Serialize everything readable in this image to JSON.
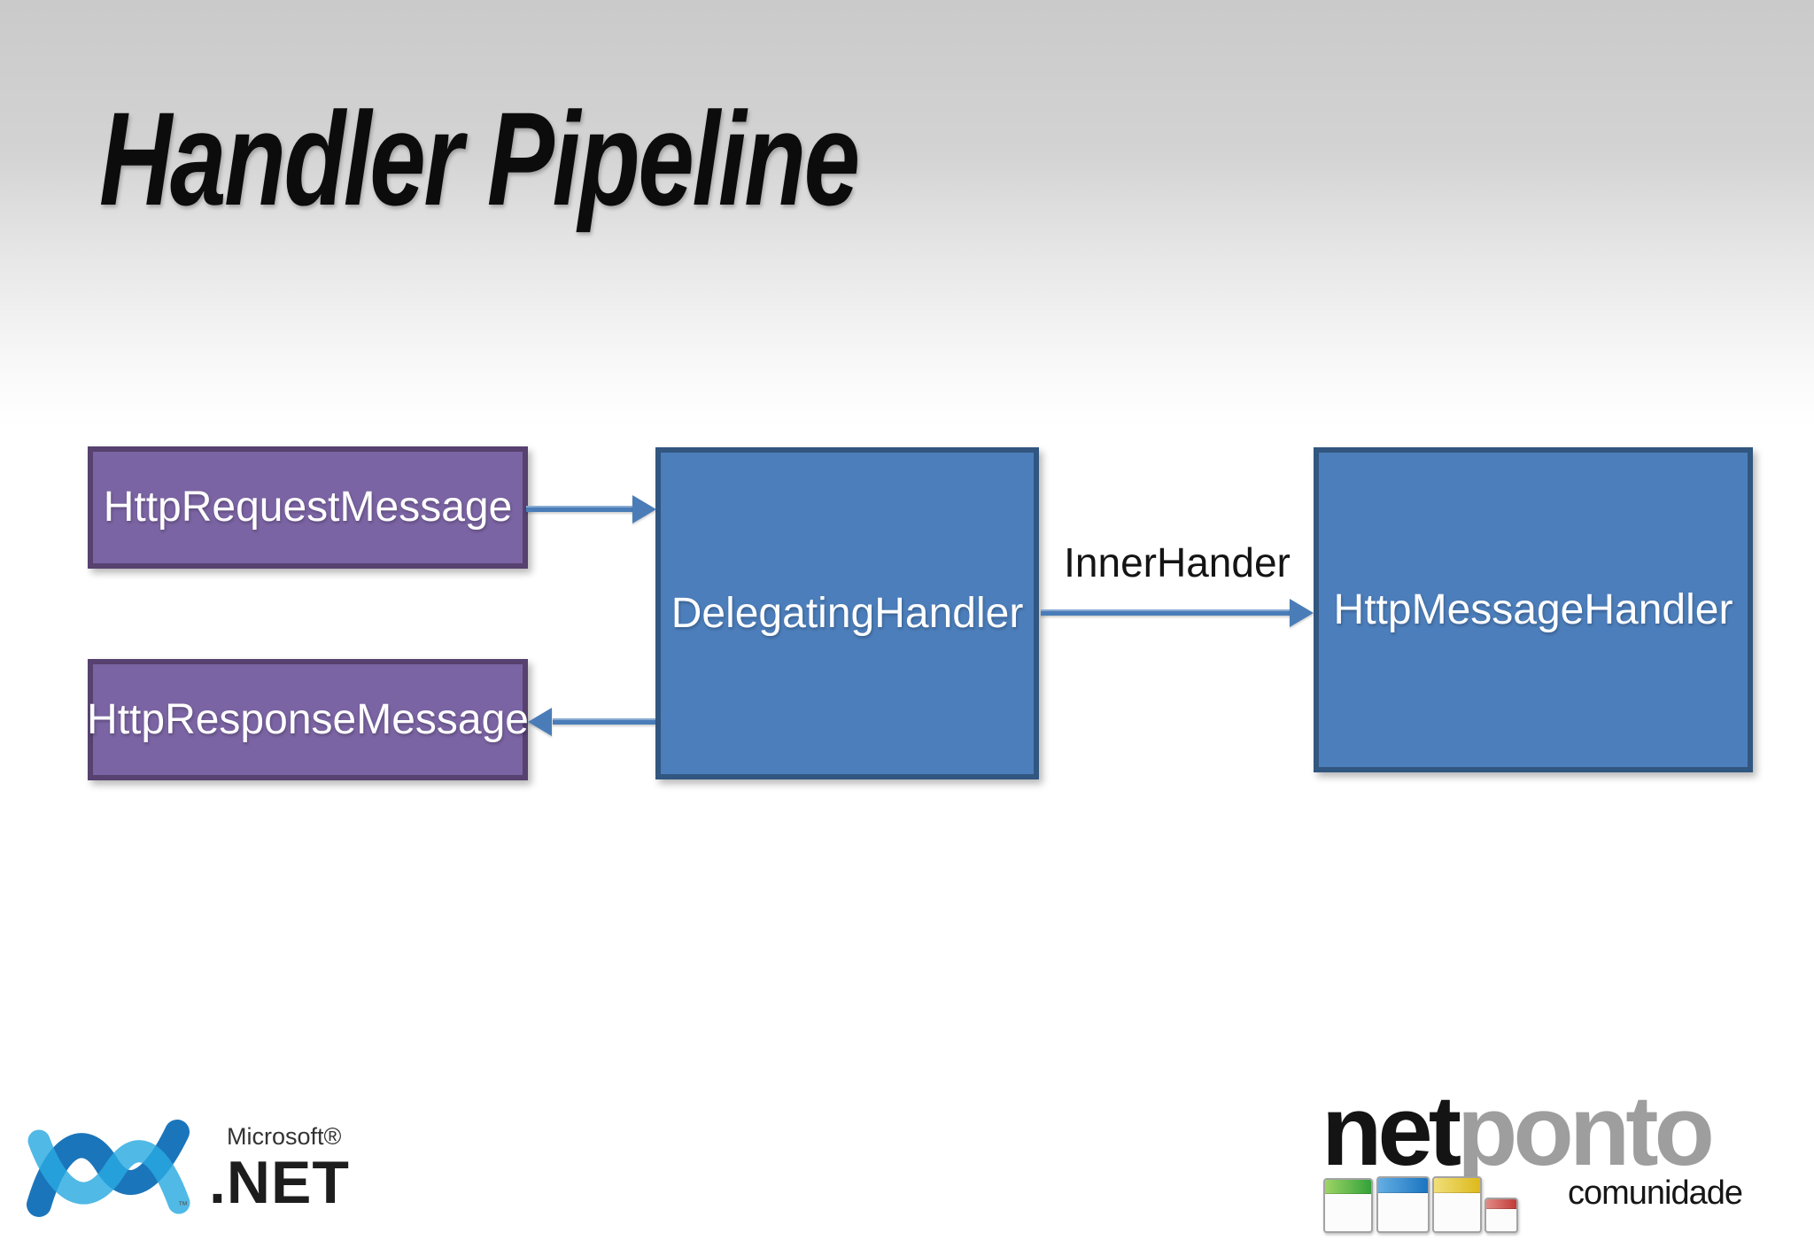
{
  "slide": {
    "title": "Handler Pipeline"
  },
  "diagram": {
    "nodes": [
      {
        "label": "HttpRequestMessage",
        "type": "message",
        "fill": "#7b64a3",
        "border": "#56416f"
      },
      {
        "label": "HttpResponseMessage",
        "type": "message",
        "fill": "#7b64a3",
        "border": "#56416f"
      },
      {
        "label": "DelegatingHandler",
        "type": "handler",
        "fill": "#4c7ebb",
        "border": "#31567f"
      },
      {
        "label": "HttpMessageHandler",
        "type": "handler",
        "fill": "#4c7ebb",
        "border": "#31567f"
      }
    ],
    "arrows": [
      {
        "from": "HttpRequestMessage",
        "to": "DelegatingHandler",
        "direction": "right",
        "label": ""
      },
      {
        "from": "DelegatingHandler",
        "to": "HttpResponseMessage",
        "direction": "left",
        "label": ""
      },
      {
        "from": "DelegatingHandler",
        "to": "HttpMessageHandler",
        "direction": "right",
        "label": "InnerHander"
      }
    ],
    "arrow_color": "#4a7db8"
  },
  "footer": {
    "microsoft_net_logo": {
      "brand": "Microsoft®",
      "wordmark": ".NET",
      "trademark": "™"
    },
    "netponto_logo": {
      "word_net": "net",
      "word_ponto": "ponto",
      "tagline": "comunidade"
    }
  },
  "theme": {
    "bg_top": "#cacaca",
    "bg_bottom": "#ffffff",
    "title_color": "#0c0c0c",
    "purple_fill": "#7b64a3",
    "purple_border": "#56416f",
    "blue_fill": "#4c7ebb",
    "blue_border": "#31567f",
    "arrow_color": "#4a7db8",
    "net_text": "#141414",
    "ponto_text": "#9e9e9e",
    "win_green": "#33a23a",
    "win_blue": "#1b74c0",
    "win_yellow": "#ddb91b",
    "win_red": "#c23a38",
    "dotnet_blue": "#1b75bb",
    "dotnet_cyan": "#2aa9e0"
  }
}
